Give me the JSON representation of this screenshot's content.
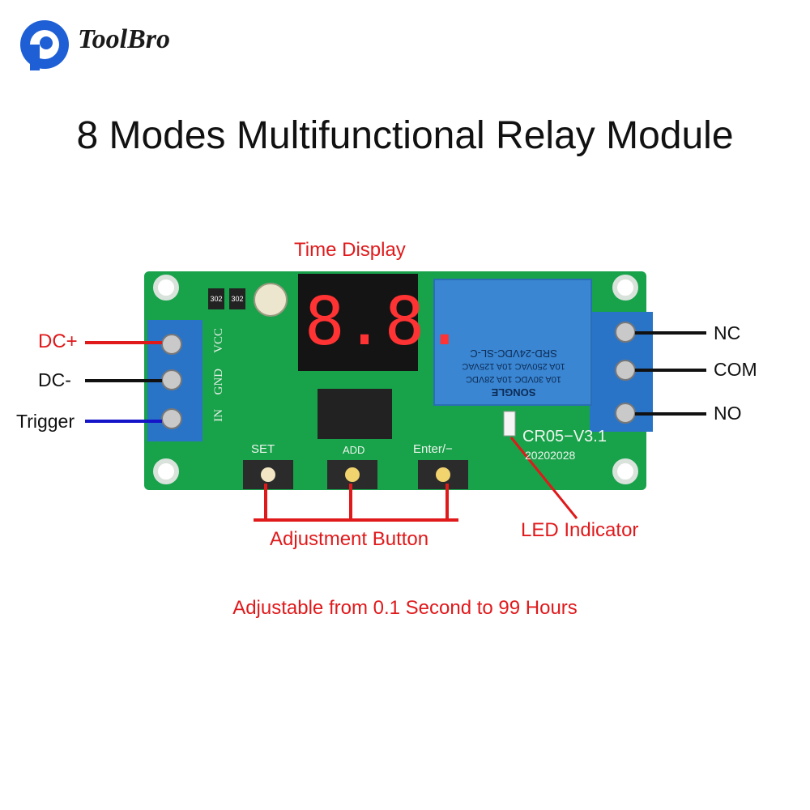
{
  "brand": {
    "name": "ToolBro"
  },
  "title": "8 Modes Multifunctional Relay Module",
  "callouts": {
    "time_display": "Time Display",
    "adjustment_button": "Adjustment Button",
    "led_indicator": "LED Indicator"
  },
  "input_terminals": {
    "dc_plus": "DC+",
    "dc_minus": "DC-",
    "trigger": "Trigger"
  },
  "output_terminals": {
    "nc": "NC",
    "com": "COM",
    "no": "NO"
  },
  "board": {
    "silkscreen_terminals": [
      "IN",
      "GND",
      "VCC"
    ],
    "buttons": [
      "SET",
      "ADD",
      "Enter/−"
    ],
    "model": "CR05−V3.1",
    "date_code": "20202028",
    "resistor_codes": [
      "302",
      "302"
    ],
    "relay_text": [
      "SRD-24VDC-SL-C",
      "10A 250VAC 10A 125VAC",
      "10A 30VDC 10A 28VDC",
      "SONGLE"
    ],
    "display_digits": "8.8."
  },
  "footer": "Adjustable from 0.1 Second to 99 Hours",
  "colors": {
    "red": "#e0191b",
    "blue": "#1414c8",
    "board_green": "#18a24a",
    "terminal_blue": "#2a74c8",
    "relay_blue": "#3a86d2"
  }
}
